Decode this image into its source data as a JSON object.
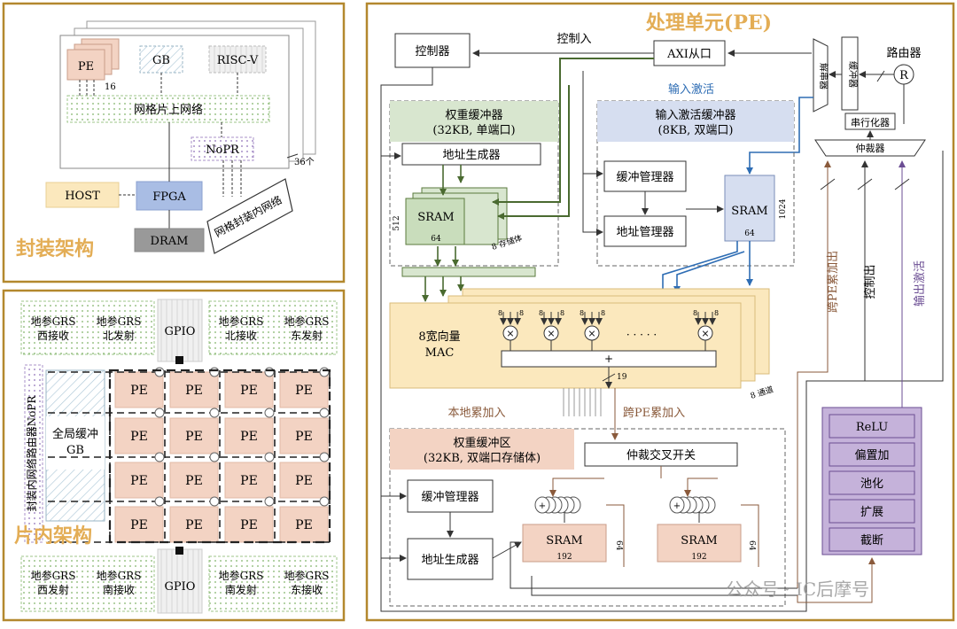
{
  "colors": {
    "panel_border": "#b3882e",
    "title": "#e3ad55",
    "green_fill": "#d8e6cf",
    "green_dark": "#5a7a3c",
    "blue_fill": "#d6def0",
    "blue_line": "#2e6db4",
    "pink_fill": "#f3d3c3",
    "yellow_fill": "#fbe8bd",
    "purple_fill": "#c5b2da",
    "purple_dark": "#6b4d93",
    "brown_line": "#8a5a3b"
  },
  "package": {
    "title": "封装架构",
    "pe": "PE",
    "pe_count": "16",
    "gb": "GB",
    "riscv": "RISC-V",
    "noc": "网格片上网络",
    "nopr": "NoPR",
    "die_count": "36个",
    "host": "HOST",
    "fpga": "FPGA",
    "dram": "DRAM",
    "mesh": "网格封装内网络"
  },
  "chip": {
    "title": "片内架构",
    "grs": [
      "地参GRS\n西接收",
      "地参GRS\n北发射",
      "地参GRS\n北接收",
      "地参GRS\n东发射"
    ],
    "grs_bottom": [
      "地参GRS\n西发射",
      "地参GRS\n南接收",
      "地参GRS\n南发射",
      "地参GRS\n东接收"
    ],
    "gpio_top": "GPIO",
    "gpio_bottom": "GPIO",
    "nopr_vertical": "封装内网络路由器NoPR",
    "gb_label": "全局缓冲\nGB",
    "pe": "PE"
  },
  "pe_unit": {
    "title": "处理单元(PE)",
    "controller": "控制器",
    "control_in": "控制入",
    "axi": "AXI从口",
    "router": "路由器",
    "r_symbol": "R",
    "deserializer": "解串器",
    "buffer": "缓冲器",
    "serializer": "串行化器",
    "arbiter": "仲裁器",
    "input_act": "输入激活",
    "weight_buf_title": "权重缓冲器\n(32KB, 单端口)",
    "input_buf_title": "输入激活缓冲器\n(8KB, 双端口)",
    "addr_gen": "地址生成器",
    "buf_mgr": "缓冲管理器",
    "addr_mgr": "地址管理器",
    "sram": "SRAM",
    "w512": "512",
    "w64": "64",
    "w1024": "1024",
    "banks8": "8 存储体",
    "mac": "8宽向量\nMAC",
    "eight": "8",
    "plus": "+",
    "nineteen": "19",
    "dots": "· · · · ·",
    "channels8": "8 通道",
    "local_acc": "本地累加入",
    "cross_pe_acc": "跨PE累加入",
    "accum_buf_title": "权重缓冲区\n(32KB, 双端口存储体)",
    "arb_switch": "仲裁交叉开关",
    "w192": "192",
    "cross_pe_out": "跨PE累加出",
    "ctrl_out": "控制出",
    "out_act": "输出激活",
    "post": [
      "ReLU",
      "偏置加",
      "池化",
      "扩展",
      "截断"
    ],
    "watermark": "公众号 · IC后摩号"
  }
}
